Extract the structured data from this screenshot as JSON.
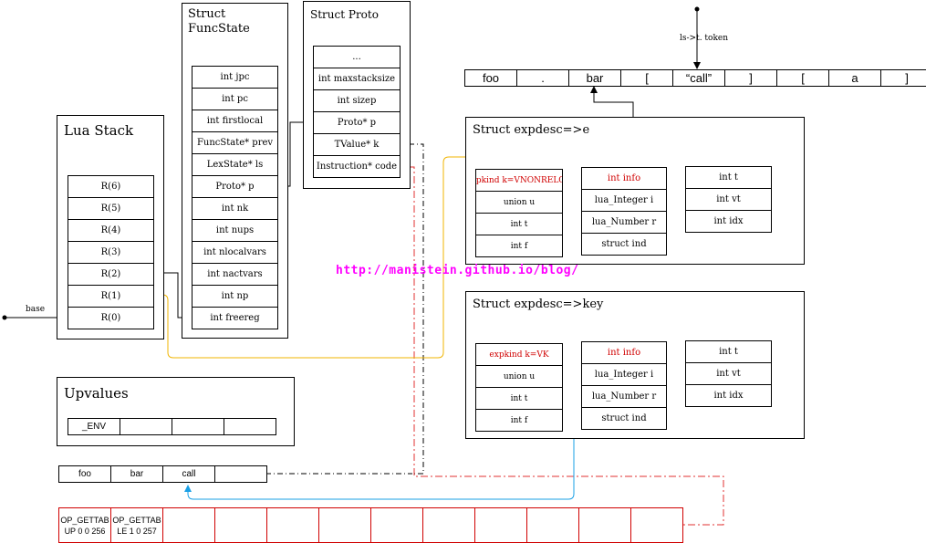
{
  "lua_stack": {
    "title": "Lua Stack",
    "registers": [
      "R(6)",
      "R(5)",
      "R(4)",
      "R(3)",
      "R(2)",
      "R(1)",
      "R(0)"
    ],
    "base_label": "base"
  },
  "funcstate": {
    "title_line1": "Struct",
    "title_line2": "FuncState",
    "fields": [
      "int jpc",
      "int pc",
      "int firstlocal",
      "FuncState* prev",
      "LexState* ls",
      "Proto* p",
      "int nk",
      "int nups",
      "int nlocalvars",
      "int nactvars",
      "int np",
      "int freereg"
    ]
  },
  "proto": {
    "title": "Struct Proto",
    "fields": [
      "...",
      "int maxstacksize",
      "int sizep",
      "Proto* p",
      "TValue* k",
      "Instruction* code"
    ]
  },
  "token_stream": {
    "label": "ls->t. token",
    "tokens": [
      "foo",
      ".",
      "bar",
      "[",
      "“call”",
      "]",
      "[",
      "a",
      "]"
    ]
  },
  "expdesc_e": {
    "title": "Struct expdesc=>e",
    "left": [
      "expkind k=VNONRELOC",
      "union u",
      "int t",
      "int f"
    ],
    "union": [
      "int info",
      "lua_Integer i",
      "lua_Number r",
      "struct ind"
    ],
    "ind": [
      "int t",
      "int vt",
      "int idx"
    ]
  },
  "expdesc_key": {
    "title": "Struct expdesc=>key",
    "left": [
      "expkind k=VK",
      "union u",
      "int t",
      "int f"
    ],
    "union": [
      "int info",
      "lua_Integer i",
      "lua_Number r",
      "struct ind"
    ],
    "ind": [
      "int t",
      "int vt",
      "int idx"
    ]
  },
  "upvalues": {
    "title": "Upvalues",
    "cells": [
      "_ENV",
      "",
      "",
      ""
    ]
  },
  "constants": {
    "cells": [
      "foo",
      "bar",
      "call",
      ""
    ]
  },
  "code": {
    "instructions": [
      {
        "line1": "OP_GETTAB",
        "line2": "UP 0 0 256"
      },
      {
        "line1": "OP_GETTAB",
        "line2": "LE 1 0 257"
      },
      {
        "line1": "",
        "line2": ""
      },
      {
        "line1": "",
        "line2": ""
      },
      {
        "line1": "",
        "line2": ""
      },
      {
        "line1": "",
        "line2": ""
      },
      {
        "line1": "",
        "line2": ""
      },
      {
        "line1": "",
        "line2": ""
      },
      {
        "line1": "",
        "line2": ""
      },
      {
        "line1": "",
        "line2": ""
      },
      {
        "line1": "",
        "line2": ""
      },
      {
        "line1": "",
        "line2": ""
      }
    ]
  },
  "watermark": "http://manistein.github.io/blog/",
  "colors": {
    "line": "#000000",
    "highlight_red": "#d00000",
    "arrow_yellow": "#f0b400",
    "arrow_blue": "#1aa0e6",
    "watermark": "#ff00ff"
  }
}
